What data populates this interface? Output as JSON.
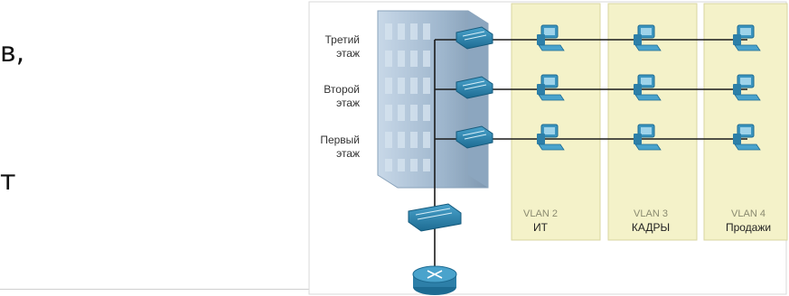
{
  "slide": {
    "line1": "в,",
    "line2": "т"
  },
  "floors": [
    {
      "line1": "Третий",
      "line2": "этаж"
    },
    {
      "line1": "Второй",
      "line2": "этаж"
    },
    {
      "line1": "Первый",
      "line2": "этаж"
    }
  ],
  "vlans": [
    {
      "id": "VLAN 2",
      "name": "ИТ"
    },
    {
      "id": "VLAN 3",
      "name": "КАДРЫ"
    },
    {
      "id": "VLAN 4",
      "name": "Продажи"
    }
  ],
  "colors": {
    "vlan_fill": "#f4f2c9",
    "device_blue": "#2d7fa8",
    "building": "#a8c0d8"
  },
  "icons": [
    "switch-icon",
    "router-icon",
    "computer-icon",
    "building-icon"
  ]
}
